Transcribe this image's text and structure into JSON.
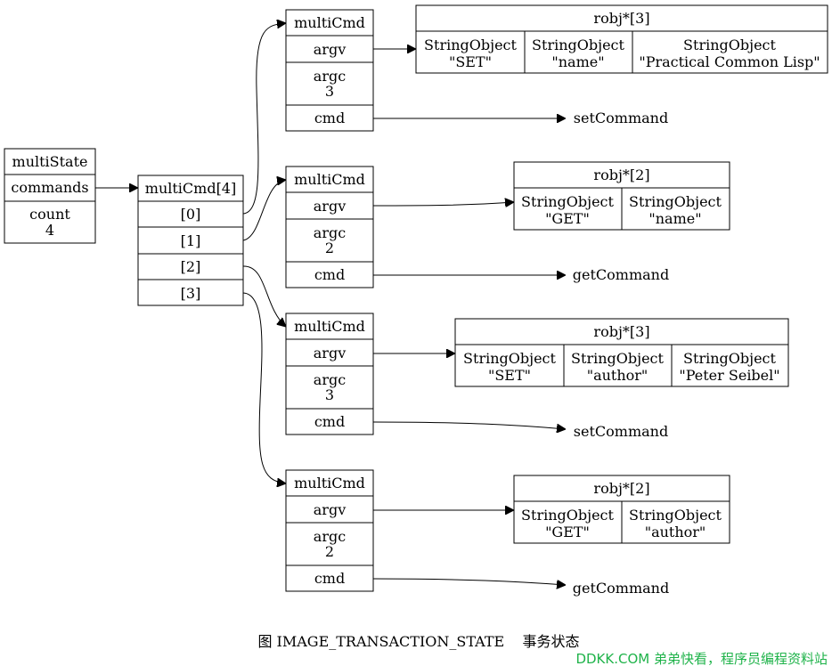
{
  "multiState": {
    "title": "multiState",
    "commands": "commands",
    "count_label": "count",
    "count_value": "4"
  },
  "commandsArray": {
    "title": "multiCmd[4]",
    "slots": [
      "[0]",
      "[1]",
      "[2]",
      "[3]"
    ]
  },
  "multiCmds": [
    {
      "title": "multiCmd",
      "argv": "argv",
      "argc_label": "argc",
      "argc_value": "3",
      "cmd": "cmd",
      "function": "setCommand",
      "robj": {
        "title": "robj*[3]",
        "cells": [
          {
            "type": "StringObject",
            "value": "\"SET\""
          },
          {
            "type": "StringObject",
            "value": "\"name\""
          },
          {
            "type": "StringObject",
            "value": "\"Practical Common Lisp\""
          }
        ]
      }
    },
    {
      "title": "multiCmd",
      "argv": "argv",
      "argc_label": "argc",
      "argc_value": "2",
      "cmd": "cmd",
      "function": "getCommand",
      "robj": {
        "title": "robj*[2]",
        "cells": [
          {
            "type": "StringObject",
            "value": "\"GET\""
          },
          {
            "type": "StringObject",
            "value": "\"name\""
          }
        ]
      }
    },
    {
      "title": "multiCmd",
      "argv": "argv",
      "argc_label": "argc",
      "argc_value": "3",
      "cmd": "cmd",
      "function": "setCommand",
      "robj": {
        "title": "robj*[3]",
        "cells": [
          {
            "type": "StringObject",
            "value": "\"SET\""
          },
          {
            "type": "StringObject",
            "value": "\"author\""
          },
          {
            "type": "StringObject",
            "value": "\"Peter Seibel\""
          }
        ]
      }
    },
    {
      "title": "multiCmd",
      "argv": "argv",
      "argc_label": "argc",
      "argc_value": "2",
      "cmd": "cmd",
      "function": "getCommand",
      "robj": {
        "title": "robj*[2]",
        "cells": [
          {
            "type": "StringObject",
            "value": "\"GET\""
          },
          {
            "type": "StringObject",
            "value": "\"author\""
          }
        ]
      }
    }
  ],
  "caption": "图 IMAGE_TRANSACTION_STATE    事务状态",
  "watermark": "DDKK.COM 弟弟快看，程序员编程资料站"
}
